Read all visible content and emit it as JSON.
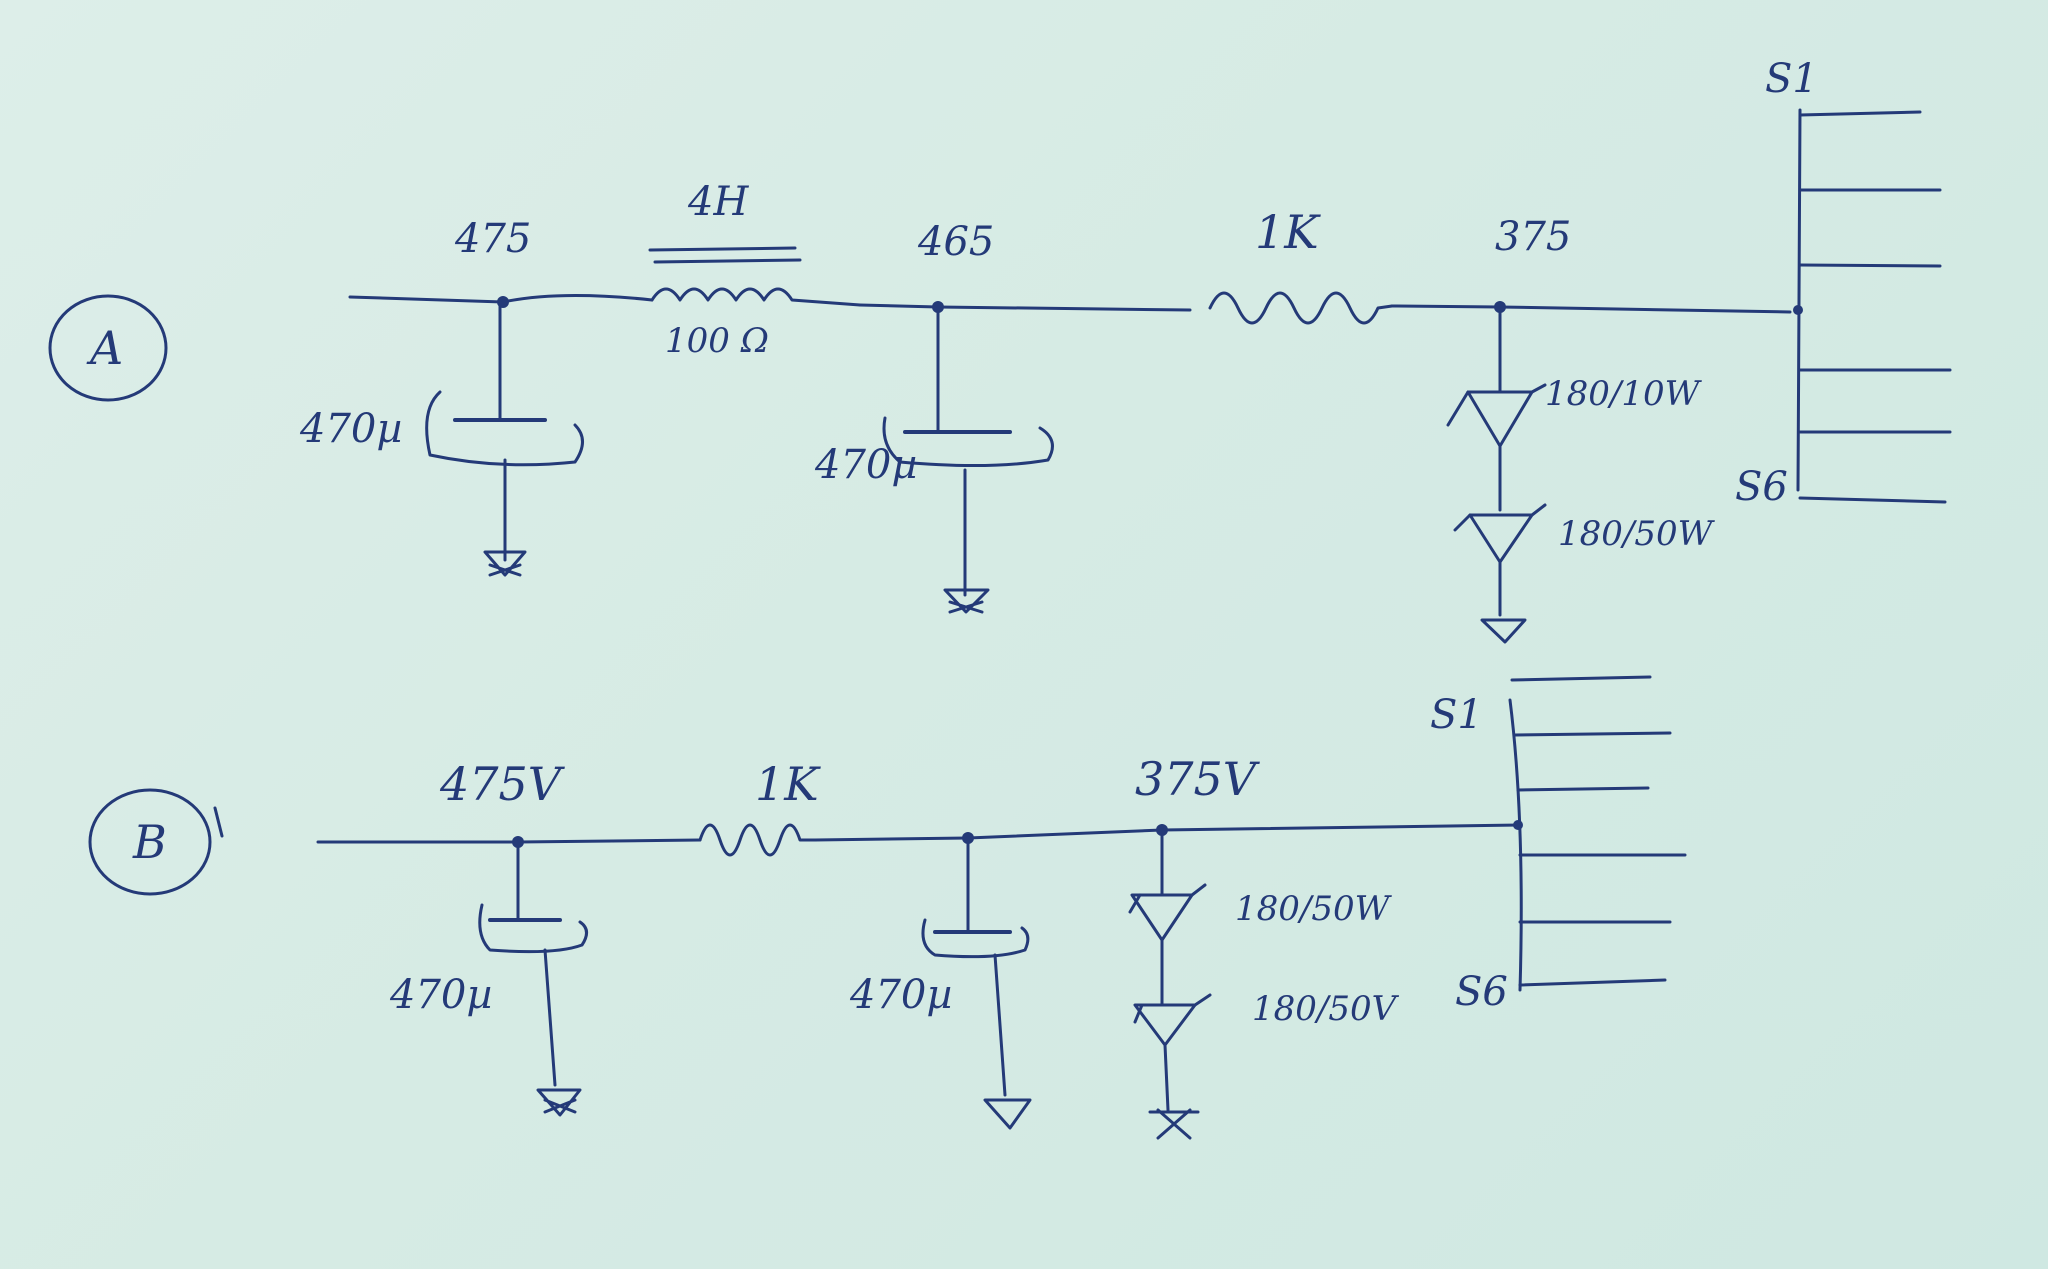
{
  "circuits": {
    "A": {
      "badge": "A",
      "node1_voltage": "475",
      "choke": "4H",
      "choke_resistance": "100 Ω",
      "node2_voltage": "465",
      "resistor": "1K",
      "node3_voltage": "375",
      "cap1": "470µ",
      "cap2": "470µ",
      "zener1": "180/10W",
      "zener2": "180/50W",
      "out_first": "S1",
      "out_last": "S6"
    },
    "B": {
      "badge": "B",
      "node1_voltage": "475V",
      "resistor": "1K",
      "node3_voltage": "375V",
      "cap1": "470µ",
      "cap2": "470µ",
      "zener1": "180/50W",
      "zener2": "180/50V",
      "out_first": "S1",
      "out_last": "S6"
    }
  },
  "colors": {
    "ink": "#243a78",
    "paper": "#d9ece6"
  }
}
